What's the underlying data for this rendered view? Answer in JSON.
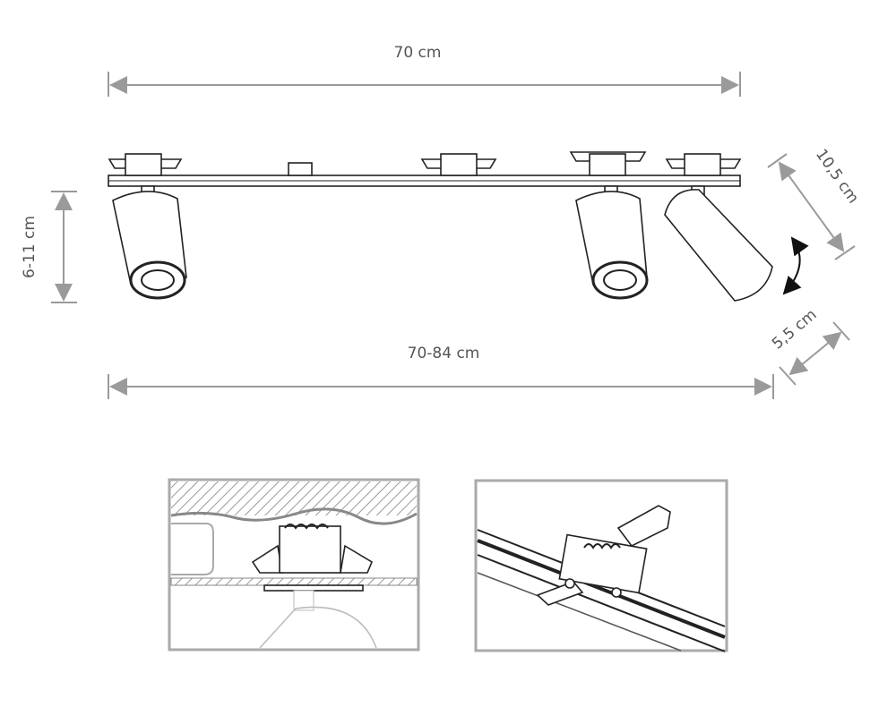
{
  "dimensions": {
    "width_top": "70 cm",
    "width_bottom": "70-84 cm",
    "height": "6-11 cm",
    "lamp_length": "10,5 cm",
    "lamp_diameter": "5,5 cm"
  },
  "colors": {
    "dimension_line": "#9a9a9a",
    "drawing": "#222222",
    "frame": "#aaaaaa"
  }
}
